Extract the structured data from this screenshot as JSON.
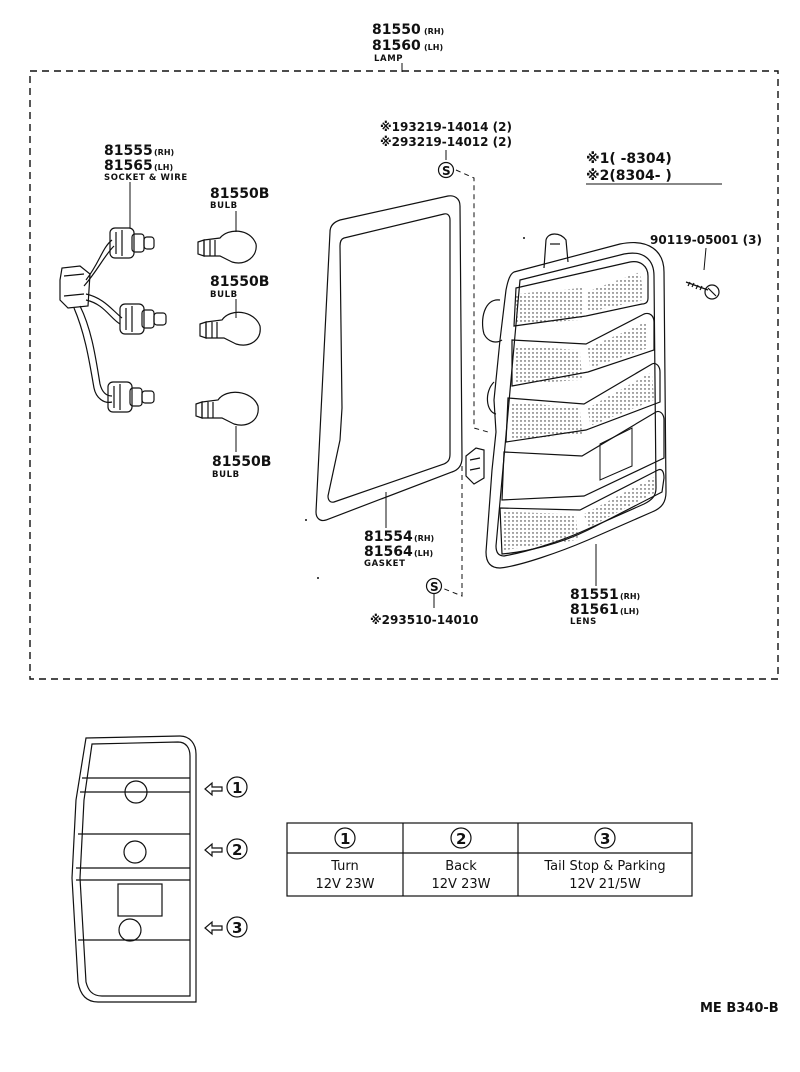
{
  "lamp": {
    "pn_rh": "81550",
    "pn_lh": "81560",
    "rh": "(RH)",
    "lh": "(LH)",
    "name": "LAMP"
  },
  "socket": {
    "pn_rh": "81555",
    "pn_lh": "81565",
    "rh": "(RH)",
    "lh": "(LH)",
    "name": "SOCKET & WIRE"
  },
  "bulbs": [
    {
      "pn": "81550B",
      "name": "BULB"
    },
    {
      "pn": "81550B",
      "name": "BULB"
    },
    {
      "pn": "81550B",
      "name": "BULB"
    }
  ],
  "screws_top": {
    "line1": "※193219-14014 (2)",
    "line2": "※293219-14012 (2)"
  },
  "date_note": {
    "line1": "※1(      -8304)",
    "line2": "※2(8304-      )"
  },
  "screw_right": "90119-05001 (3)",
  "gasket": {
    "pn_rh": "81554",
    "pn_lh": "81564",
    "rh": "(RH)",
    "lh": "(LH)",
    "name": "GASKET"
  },
  "lens": {
    "pn_rh": "81551",
    "pn_lh": "81561",
    "rh": "(RH)",
    "lh": "(LH)",
    "name": "LENS"
  },
  "screw_bottom": "※293510-14010",
  "screw_symbol": "S",
  "position_markers": [
    "1",
    "2",
    "3"
  ],
  "bulb_table": {
    "headers": [
      "1",
      "2",
      "3"
    ],
    "functions": [
      "Turn",
      "Back",
      "Tail Stop & Parking"
    ],
    "ratings": [
      "12V 23W",
      "12V 23W",
      "12V 21/5W"
    ]
  },
  "figure_code": "ME B340-B"
}
